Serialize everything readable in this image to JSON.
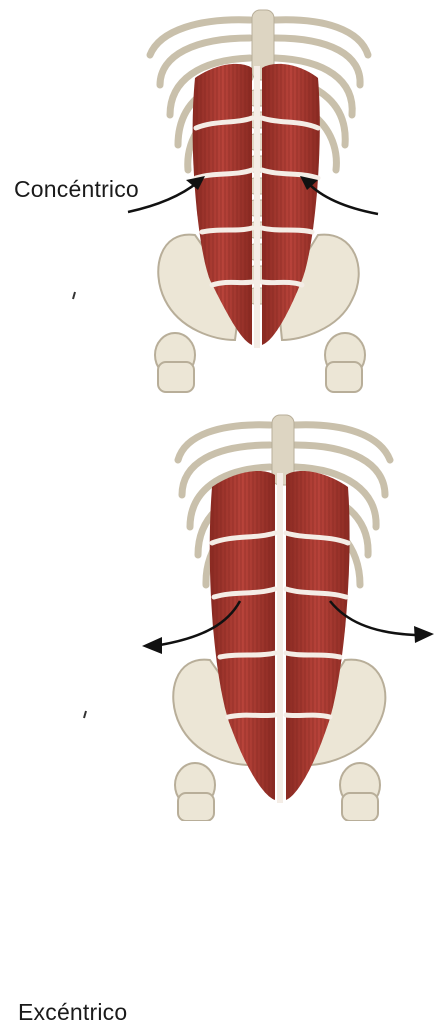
{
  "labels": {
    "top": "Concéntrico",
    "bottom": "Excéntrico"
  },
  "colors": {
    "muscle": "#b23a2e",
    "muscle_dark": "#8a2a22",
    "tendon": "#f4ede6",
    "bone": "#ece6d6",
    "bone_shade": "#b8ae99",
    "arrow": "#111111",
    "background": "#ffffff"
  },
  "icons": {
    "top_arrows": "inward-curved-arrows",
    "bottom_arrows": "outward-curved-arrows"
  }
}
